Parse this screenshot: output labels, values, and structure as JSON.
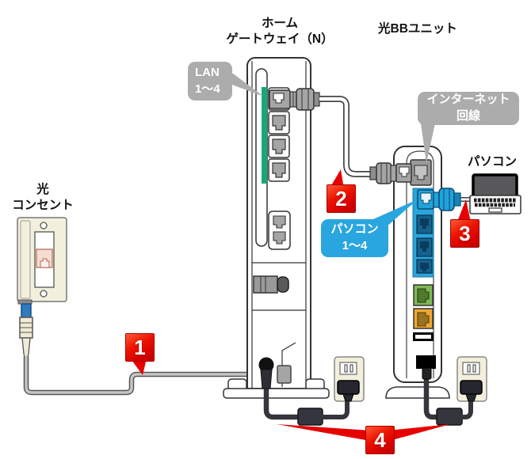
{
  "titles": {
    "home_gateway": [
      "ホーム",
      "ゲートウェイ（N）"
    ],
    "bb_unit": "光BBユニット",
    "pc": "パソコン",
    "optical_outlet": [
      "光",
      "コンセント"
    ]
  },
  "callouts": {
    "lan": [
      "LAN",
      "1～4"
    ],
    "internet": [
      "インターネット",
      "回線"
    ],
    "pc_ports": [
      "パソコン",
      "1～4"
    ]
  },
  "steps": [
    "1",
    "2",
    "3",
    "4"
  ],
  "colors": {
    "step_badge_red": "#e60000",
    "callout_gray": "#acacac",
    "callout_blue": "#29a6df",
    "gateway_lan_strip_green": "#17a878",
    "bb_pc_ports_blue": "#2aa5dc",
    "bb_green_port": "#7fb855",
    "bb_orange_port": "#f0a832",
    "outlet_plate_cream": "#f2f0dc",
    "cable_dark": "#35353d"
  }
}
